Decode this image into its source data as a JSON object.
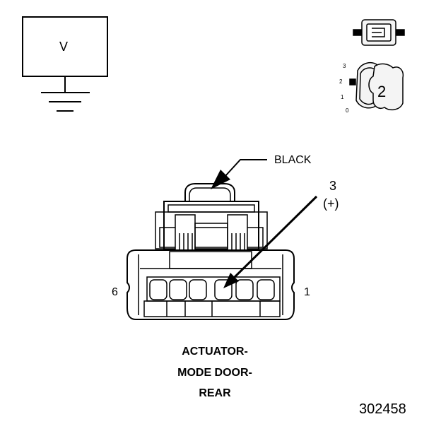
{
  "meter": {
    "label": "V"
  },
  "connector": {
    "color_callout": "BLACK",
    "pin_callout": {
      "number": "3",
      "polarity": "(+)"
    },
    "pin_left": "6",
    "pin_right": "1"
  },
  "selector_icon": {
    "scale": [
      "3",
      "2",
      "1",
      "0"
    ],
    "position": "2"
  },
  "title": {
    "line1": "ACTUATOR-",
    "line2": "MODE DOOR-",
    "line3": "REAR"
  },
  "figure_number": "302458",
  "colors": {
    "ink": "#000000",
    "background": "#ffffff",
    "light_fill": "#f4f4f4"
  }
}
